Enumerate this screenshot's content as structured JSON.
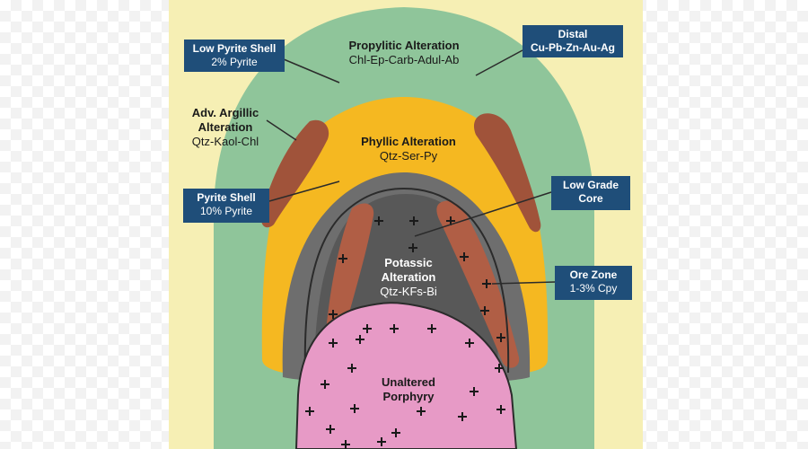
{
  "zones": {
    "propylitic": {
      "title": "Propylitic Alteration",
      "sub": "Chl-Ep-Carb-Adul-Ab"
    },
    "argillic": {
      "title1": "Adv. Argillic",
      "title2": "Alteration",
      "sub": "Qtz-Kaol-Chl"
    },
    "phyllic": {
      "title": "Phyllic Alteration",
      "sub": "Qtz-Ser-Py"
    },
    "potassic": {
      "title1": "Potassic",
      "title2": "Alteration",
      "sub": "Qtz-KFs-Bi"
    },
    "unaltered": {
      "title1": "Unaltered",
      "title2": "Porphyry"
    }
  },
  "callouts": {
    "low_pyrite": {
      "title": "Low Pyrite Shell",
      "sub": "2% Pyrite"
    },
    "distal": {
      "title": "Distal",
      "sub": "Cu-Pb-Zn-Au-Ag"
    },
    "pyrite_shell": {
      "title": "Pyrite Shell",
      "sub": "10% Pyrite"
    },
    "low_grade": {
      "title1": "Low Grade",
      "title2": "Core"
    },
    "ore_zone": {
      "title": "Ore Zone",
      "sub": "1-3% Cpy"
    }
  },
  "colors": {
    "background": "#f6efb4",
    "propylitic": "#8fc59a",
    "phyllic": "#f5b821",
    "argillic": "#a0533a",
    "grey_shell": "#6e6e6e",
    "ore": "#b05e45",
    "potassic_core": "#555555",
    "unaltered": "#e79ac6",
    "callout_box": "#1f4e79"
  }
}
